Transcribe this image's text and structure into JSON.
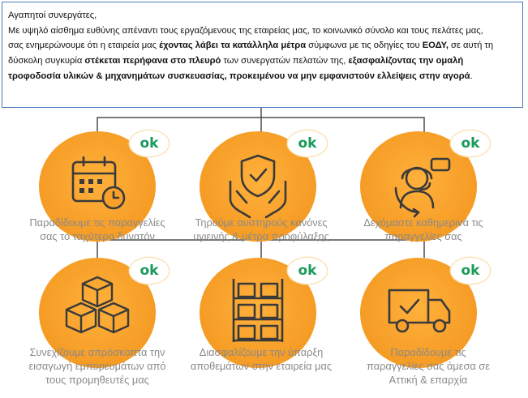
{
  "notice": {
    "greeting": "Αγαπητοί συνεργάτες,",
    "line1": "Με υψηλό αίσθημα ευθύνης απέναντι  τους εργαζόμενους της εταιρείας μας, το κοινωνικό σύνολο και τους πελάτες μας,",
    "line2_a": "σας ενημερώνουμε ότι η εταιρεία μας ",
    "line2_b": "έχοντας λάβει τα κατάλληλα μέτρα",
    "line2_c": " σύμφωνα με τις οδηγίες του ",
    "line2_d": "ΕΟΔΥ,",
    "line2_e": "  σε αυτή τη",
    "line3_a": "δύσκολη συγκυρία ",
    "line3_b": "στέκεται περήφανα στο πλευρό",
    "line3_c": " των συνεργατών πελατών της,  ",
    "line3_d": "εξασφαλίζοντας την ομαλή",
    "line4_a": "τροφοδοσία υλικών & μηχανημάτων συσκευασίας, προκειμένου να μην εμφανιστούν ελλείψεις στην αγορά",
    "line4_b": "."
  },
  "badge_label": "ok",
  "items": [
    {
      "icon": "calendar-clock-icon",
      "caption_1": "Παραδίδουμε  τις παραγγελίες",
      "caption_2": "σας το ταχύτερο δυνατόν"
    },
    {
      "icon": "hands-shield-icon",
      "caption_1": "Τηρούμε αυστηρούς κανόνες",
      "caption_2": "υγιεινής & μέτρα προφύλαξης"
    },
    {
      "icon": "customer-support-icon",
      "caption_1": "Δεχόμαστε καθημερινά τις",
      "caption_2": "παραγγελίες σας"
    },
    {
      "icon": "stacked-boxes-icon",
      "caption_1": "Συνεχίζουμε απρόσκοπτα την",
      "caption_2": "εισαγωγή εμπορευμάτων  από",
      "caption_3": "τους προμηθευτές μας"
    },
    {
      "icon": "warehouse-shelves-icon",
      "caption_1": "Διασφαλίζουμε την ύπαρξη",
      "caption_2": "αποθεμάτων στην εταιρεία  μας"
    },
    {
      "icon": "delivery-truck-icon",
      "caption_1": "Παραδίδουμε τις",
      "caption_2": "παραγγελίες σας άμεσα σε",
      "caption_3": "Αττική & επαρχία"
    }
  ],
  "colors": {
    "orange": "#f7a02a",
    "ok_green": "#1a9a5a",
    "caption_gray": "#8a8a8a",
    "frame_blue": "#4a7ab8"
  }
}
